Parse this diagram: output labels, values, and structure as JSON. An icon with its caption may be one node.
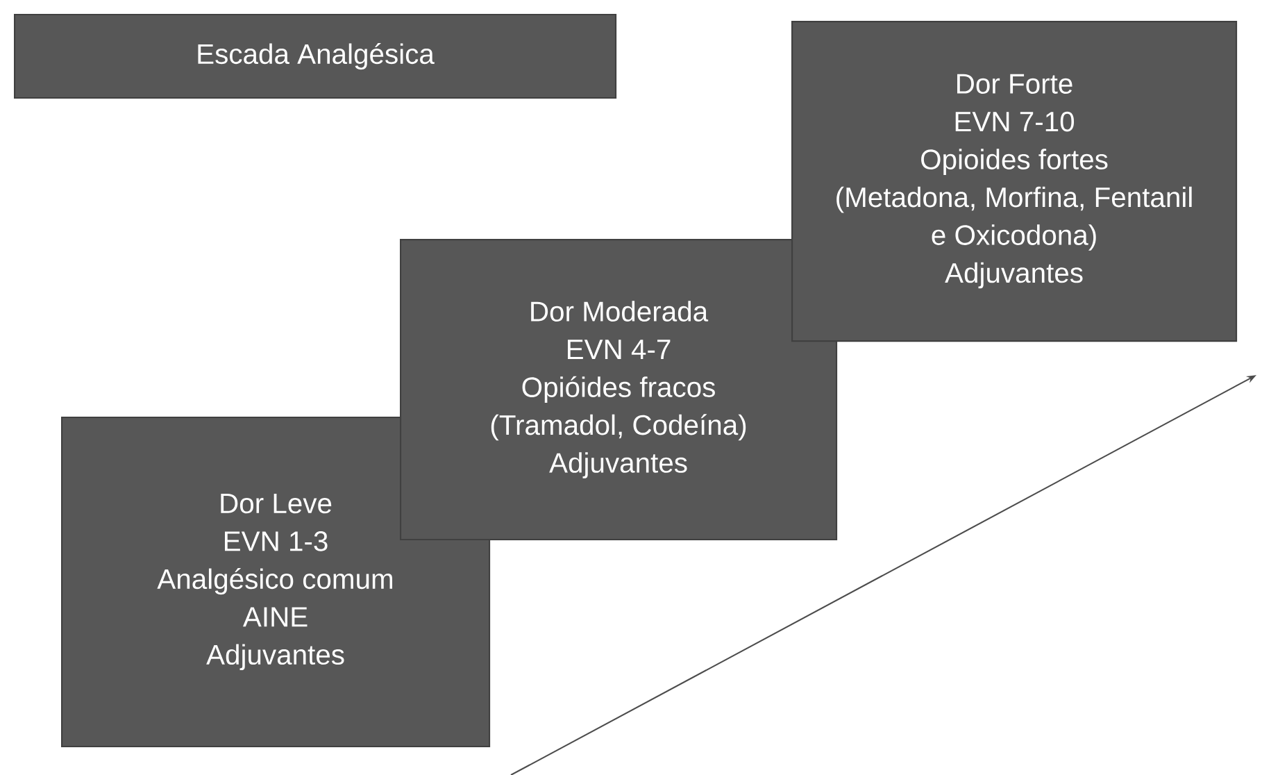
{
  "diagram": {
    "title": "Escada Analgésica",
    "nodes": [
      {
        "text": [
          "Dor Leve",
          "EVN 1-3",
          "Analgésico comum",
          "AINE",
          "Adjuvantes"
        ]
      },
      {
        "text": [
          "Dor Moderada",
          "EVN 4-7",
          "Opióides fracos",
          "(Tramadol, Codeína)",
          "Adjuvantes"
        ]
      },
      {
        "text": [
          "Dor Forte",
          "EVN 7-10",
          "Opioides fortes",
          "(Metadona, Morfina, Fentanil e Oxicodona)",
          "Adjuvantes"
        ]
      }
    ],
    "edges": []
  }
}
